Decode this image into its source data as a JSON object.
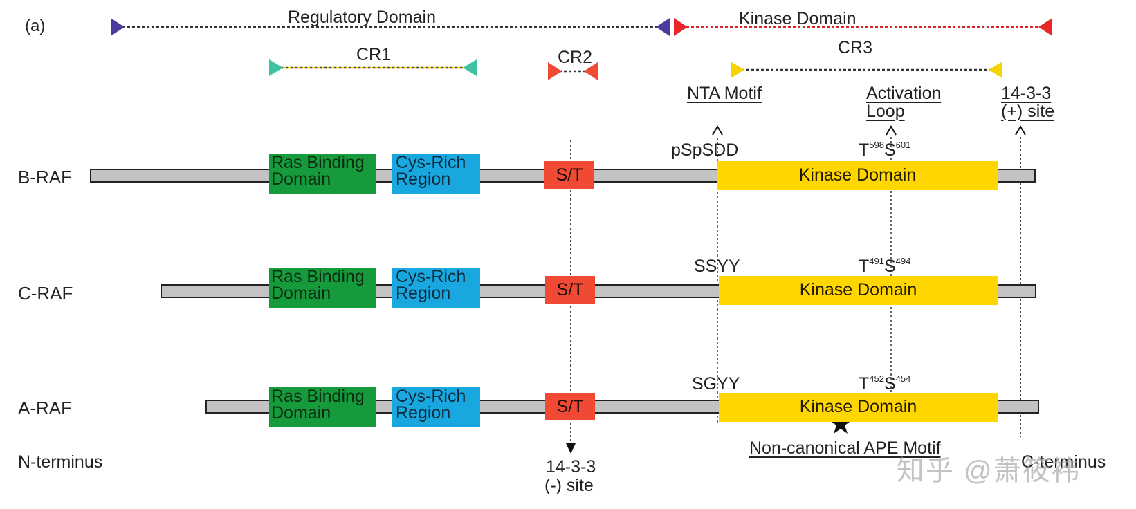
{
  "panel_label": "(a)",
  "domains": {
    "regulatory": "Regulatory Domain",
    "kinase": "Kinase Domain",
    "cr1": "CR1",
    "cr2": "CR2",
    "cr3": "CR3"
  },
  "features": {
    "nta_motif": "NTA Motif",
    "activation_loop_1": "Activation",
    "activation_loop_2": "Loop",
    "site_plus_1": "14-3-3",
    "site_plus_2": "(+) site",
    "site_minus_1": "14-3-3",
    "site_minus_2": "(-) site",
    "ape_motif": "Non-canonical APE Motif"
  },
  "termini": {
    "n": "N-terminus",
    "c": "C-terminus"
  },
  "proteins": [
    {
      "name": "B-RAF",
      "rbd_1": "Ras Binding",
      "rbd_2": "Domain",
      "crr_1": "Cys-Rich",
      "crr_2": "Region",
      "st": "S/T",
      "kinase": "Kinase Domain",
      "nta": "pSpSDD",
      "t_res": "T",
      "t_num": "598",
      "s_res": "S",
      "s_num": "601"
    },
    {
      "name": "C-RAF",
      "rbd_1": "Ras Binding",
      "rbd_2": "Domain",
      "crr_1": "Cys-Rich",
      "crr_2": "Region",
      "st": "S/T",
      "kinase": "Kinase Domain",
      "nta": "SSYY",
      "t_res": "T",
      "t_num": "491",
      "s_res": "S",
      "s_num": "494"
    },
    {
      "name": "A-RAF",
      "rbd_1": "Ras Binding",
      "rbd_2": "Domain",
      "crr_1": "Cys-Rich",
      "crr_2": "Region",
      "st": "S/T",
      "kinase": "Kinase Domain",
      "nta": "SGYY",
      "t_res": "T",
      "t_num": "452",
      "s_res": "S",
      "s_num": "454"
    }
  ],
  "colors": {
    "regulatory_marker": "#4a3b9c",
    "kinase_marker": "#e8262a",
    "cr1_marker": "#3fc2a4",
    "cr2_marker": "#f04a35",
    "cr3_marker": "#f5d400",
    "ras_binding": "#159a3c",
    "cys_rich": "#19a7e0",
    "st_box": "#f04a35",
    "kinase_box": "#ffd600",
    "backbone": "#c3c3c3"
  },
  "watermark": {
    "text": "知乎 @萧筱袆"
  }
}
